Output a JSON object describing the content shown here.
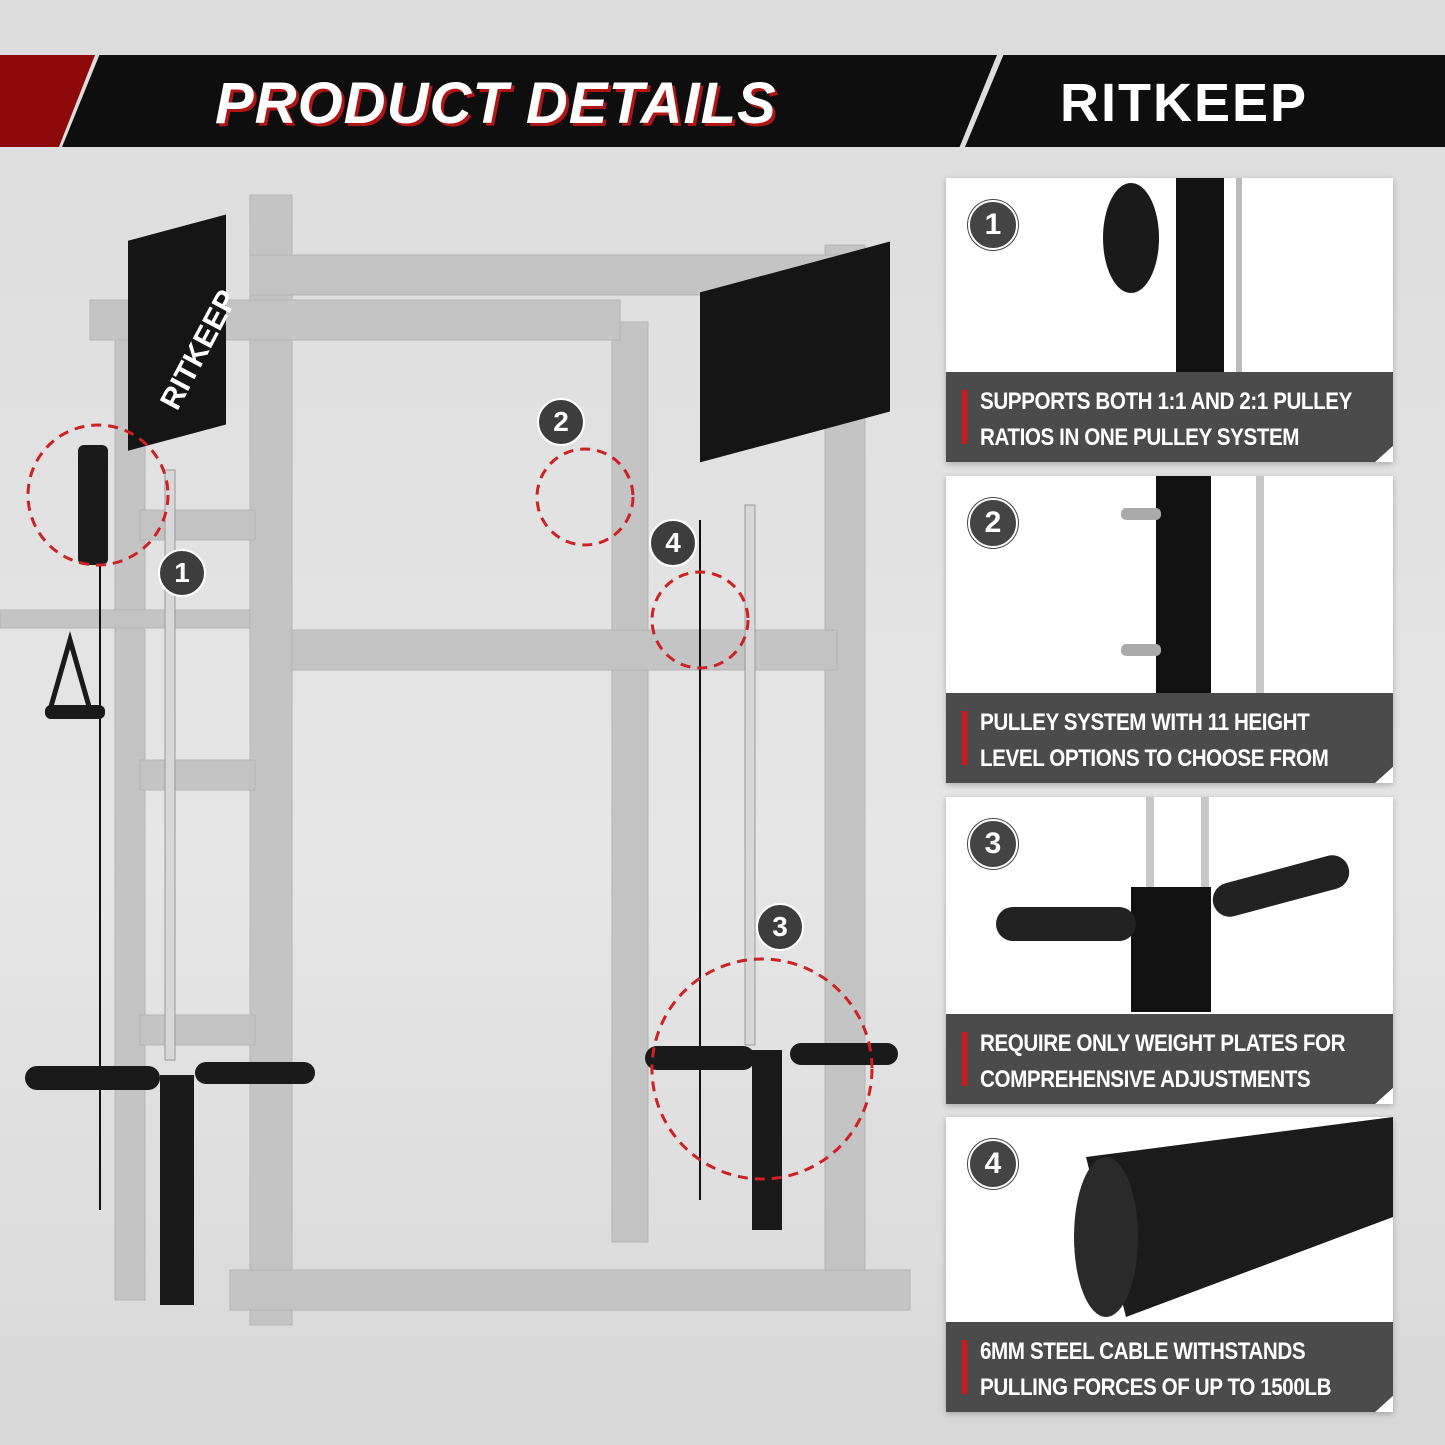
{
  "header": {
    "title": "PRODUCT DETAILS",
    "brand": "RITKEEP"
  },
  "colors": {
    "accent_red": "#d01818",
    "header_bg": "#0e0e0e",
    "caption_bg": "#4b4b4b"
  },
  "callouts": [
    "1",
    "2",
    "3",
    "4"
  ],
  "panels": [
    {
      "number": "1",
      "line1": "SUPPORTS BOTH 1:1 AND 2:1 PULLEY",
      "line2": "RATIOS IN ONE PULLEY SYSTEM"
    },
    {
      "number": "2",
      "line1": "PULLEY SYSTEM WITH 11 HEIGHT",
      "line2": "LEVEL OPTIONS TO CHOOSE FROM"
    },
    {
      "number": "3",
      "line1": "REQUIRE ONLY WEIGHT PLATES FOR",
      "line2": "COMPREHENSIVE ADJUSTMENTS"
    },
    {
      "number": "4",
      "line1": "6MM STEEL CABLE WITHSTANDS",
      "line2": "PULLING FORCES OF UP TO 1500LB"
    }
  ],
  "rack_plate_brand": "RITKEEP"
}
